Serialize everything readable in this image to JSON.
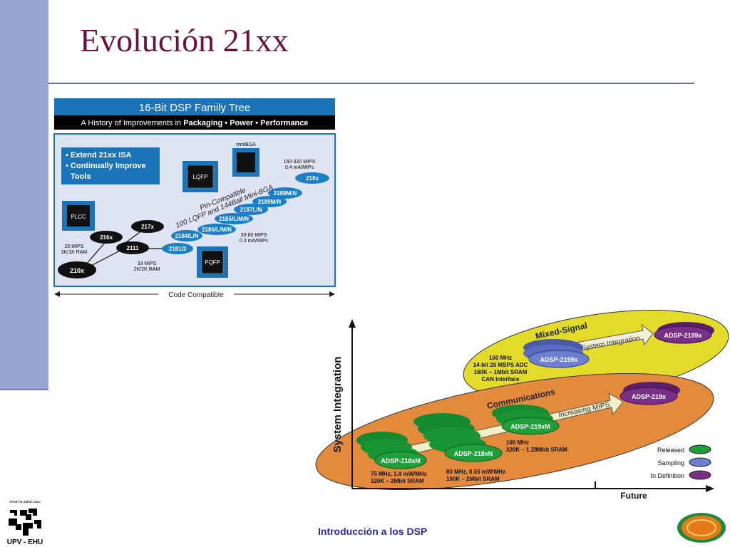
{
  "slide": {
    "title": "Evolución 21xx",
    "footer": "Introducción a los DSP",
    "logo_top": "eman ta zabal zazu",
    "logo_bottom": "UPV - EHU",
    "colors": {
      "title": "#6a1140",
      "sidebar": "#9aa5d6",
      "footer": "#2a2aa6"
    }
  },
  "family_tree": {
    "title": "16-Bit DSP Family Tree",
    "subtitle_prefix": "A History of Improvements in ",
    "subtitle_bold": "Packaging • Power • Performance",
    "bullets": [
      "• Extend 21xx ISA",
      "• Continually Improve",
      "Tools"
    ],
    "packages": {
      "plcc": "PLCC",
      "lqfp": "LQFP",
      "pqfp": "PQFP",
      "minibga": "miniBGA"
    },
    "chips": {
      "c210x": "210x",
      "c216x": "216x",
      "c2111": "2111",
      "c217x": "217x",
      "c2181": "2181/3",
      "c2184": "2184/L/N",
      "c2186": "2186/L/M/N",
      "c2185": "2185/L/M/N",
      "c2187": "2187L/N",
      "c2189": "2189M/N",
      "c2188": "2188M/N",
      "c219x": "219x"
    },
    "notes": {
      "n20a": "20 MIPS",
      "n20b": "2K/1K RAM",
      "n33a": "33 MIPS",
      "n33b": "2K/2K RAM",
      "n3380a": "33-80 MIPS",
      "n3380b": "0.3 mA/MIPs",
      "n150a": "150-320 MIPS",
      "n150b": "0.4 mA/MIPs"
    },
    "pin_compat_1": "Pin-Compatible",
    "pin_compat_2": "100 LQFP and 144Ball Mini-BGA",
    "code_compat": "Code Compatible"
  },
  "roadmap": {
    "yaxis": "System Integration",
    "xaxis": "Future",
    "mixed_signal": "Mixed-Signal",
    "communications": "Communications",
    "sys_int_arrow": "System Integration",
    "inc_mips_arrow": "Increasing MIPS",
    "chips": {
      "adsp2199x_def": "ADSP-2199x",
      "adsp2199x_samp": "ADSP-2199x",
      "adsp219x_def": "ADSP-219x",
      "adsp219xm": "ADSP-219xM",
      "adsp218xn": "ADSP-218xN",
      "adsp218xm": "ADSP-218xM"
    },
    "specs": {
      "ms1": "160 MHz",
      "ms2": "14-bit 20 MSPS ADC",
      "ms3": "160K – 1Mbit SRAM",
      "ms4": "CAN Interface",
      "m1": "160 MHz",
      "m2": "320K – 1.28Mbit SRAM",
      "n1": "80 MHz, 0.55 mW/MHz",
      "n2": "160K – 2Mbit SRAM",
      "x1": "75 MHz, 1.4 mW/MHz",
      "x2": "320K – 2Mbit SRAM"
    },
    "legend": [
      {
        "label": "Released",
        "color": "#1f9e3a"
      },
      {
        "label": "Sampling",
        "color": "#6c7fd0"
      },
      {
        "label": "In Definition",
        "color": "#7a2f86"
      }
    ]
  }
}
